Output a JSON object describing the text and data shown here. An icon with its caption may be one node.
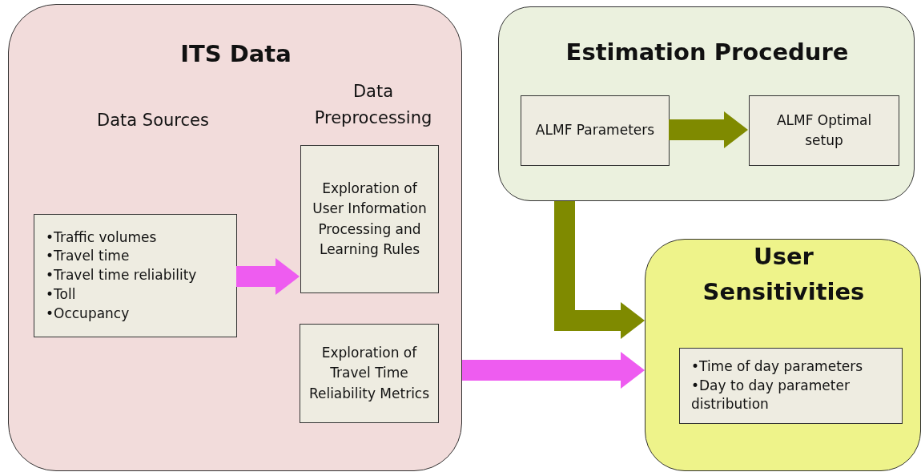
{
  "diagram": {
    "nodes": [
      {
        "text": [
          "ITS Data"
        ]
      },
      {
        "text": [
          "•Traffic volumes",
          "•Travel time",
          "•Travel time reliability",
          "•Toll",
          "•Occupancy"
        ],
        "in": 0
      },
      {
        "text": [
          "Exploration of User Information Processing and Learning Rules"
        ],
        "in": 0
      },
      {
        "text": [
          "Exploration of Travel Time Reliability Metrics"
        ],
        "in": 0
      },
      {
        "text": [
          "Estimation Procedure"
        ]
      },
      {
        "text": [
          "ALMF Parameters"
        ],
        "in": 4
      },
      {
        "text": [
          "ALMF Optimal  setup"
        ],
        "in": 4
      },
      {
        "text": [
          "User Sensitivities"
        ]
      },
      {
        "text": [
          "•Time of day parameters",
          "•Day to day parameter distribution"
        ],
        "in": 7
      }
    ],
    "edges": [
      {
        "from": 1,
        "to": 2,
        "arrow": "to",
        "color": "#ee5cf0"
      },
      {
        "from": 5,
        "to": 6,
        "arrow": "to",
        "color": "#7f8a00"
      },
      {
        "from": 4,
        "to": 7,
        "arrow": "to",
        "color": "#7f8a00"
      },
      {
        "from": 0,
        "to": 7,
        "arrow": "to",
        "color": "#ee5cf0"
      }
    ],
    "labels": [
      "Data Sources",
      "Data Preprocessing"
    ]
  }
}
